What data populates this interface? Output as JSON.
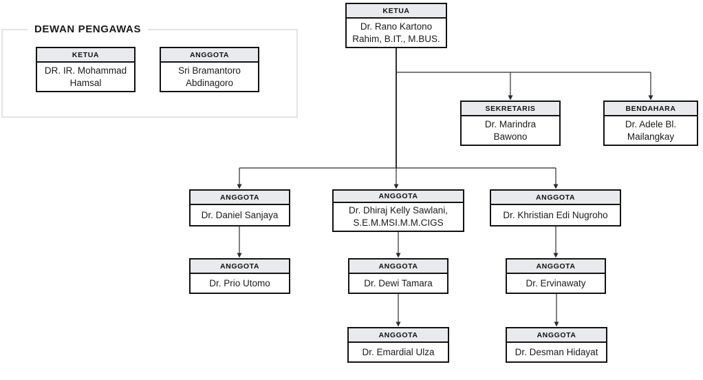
{
  "supervisory_board": {
    "title": "DEWAN PENGAWAS",
    "members": [
      {
        "role": "KETUA",
        "name": "DR. IR. Mohammad Hamsal"
      },
      {
        "role": "ANGGOTA",
        "name": "Sri Bramantoro Abdinagoro"
      }
    ]
  },
  "org": {
    "ketua": {
      "role": "KETUA",
      "name": "Dr. Rano Kartono Rahim, B.IT., M.BUS."
    },
    "sekretaris": {
      "role": "SEKRETARIS",
      "name": "Dr. Marindra Bawono"
    },
    "bendahara": {
      "role": "BENDAHARA",
      "name": "Dr. Adele Bl. Mailangkay"
    },
    "row1": [
      {
        "role": "ANGGOTA",
        "name": "Dr. Daniel Sanjaya"
      },
      {
        "role": "ANGGOTA",
        "name": "Dr. Dhiraj Kelly Sawlani, S.E.M.MSI.M.M.CIGS"
      },
      {
        "role": "ANGGOTA",
        "name": "Dr. Khristian Edi Nugroho"
      }
    ],
    "row2": [
      {
        "role": "ANGGOTA",
        "name": "Dr. Prio Utomo"
      },
      {
        "role": "ANGGOTA",
        "name": "Dr. Dewi Tamara"
      },
      {
        "role": "ANGGOTA",
        "name": "Dr. Ervinawaty"
      }
    ],
    "row3": [
      {
        "role": "ANGGOTA",
        "name": "Dr. Emardial Ulza"
      },
      {
        "role": "ANGGOTA",
        "name": "Dr. Desman Hidayat"
      }
    ]
  },
  "colors": {
    "header_bg": "#e8eaed",
    "box_border": "#111111",
    "connector": "#2b2b2b",
    "frame_border": "#e3e3e3",
    "background": "#ffffff"
  }
}
